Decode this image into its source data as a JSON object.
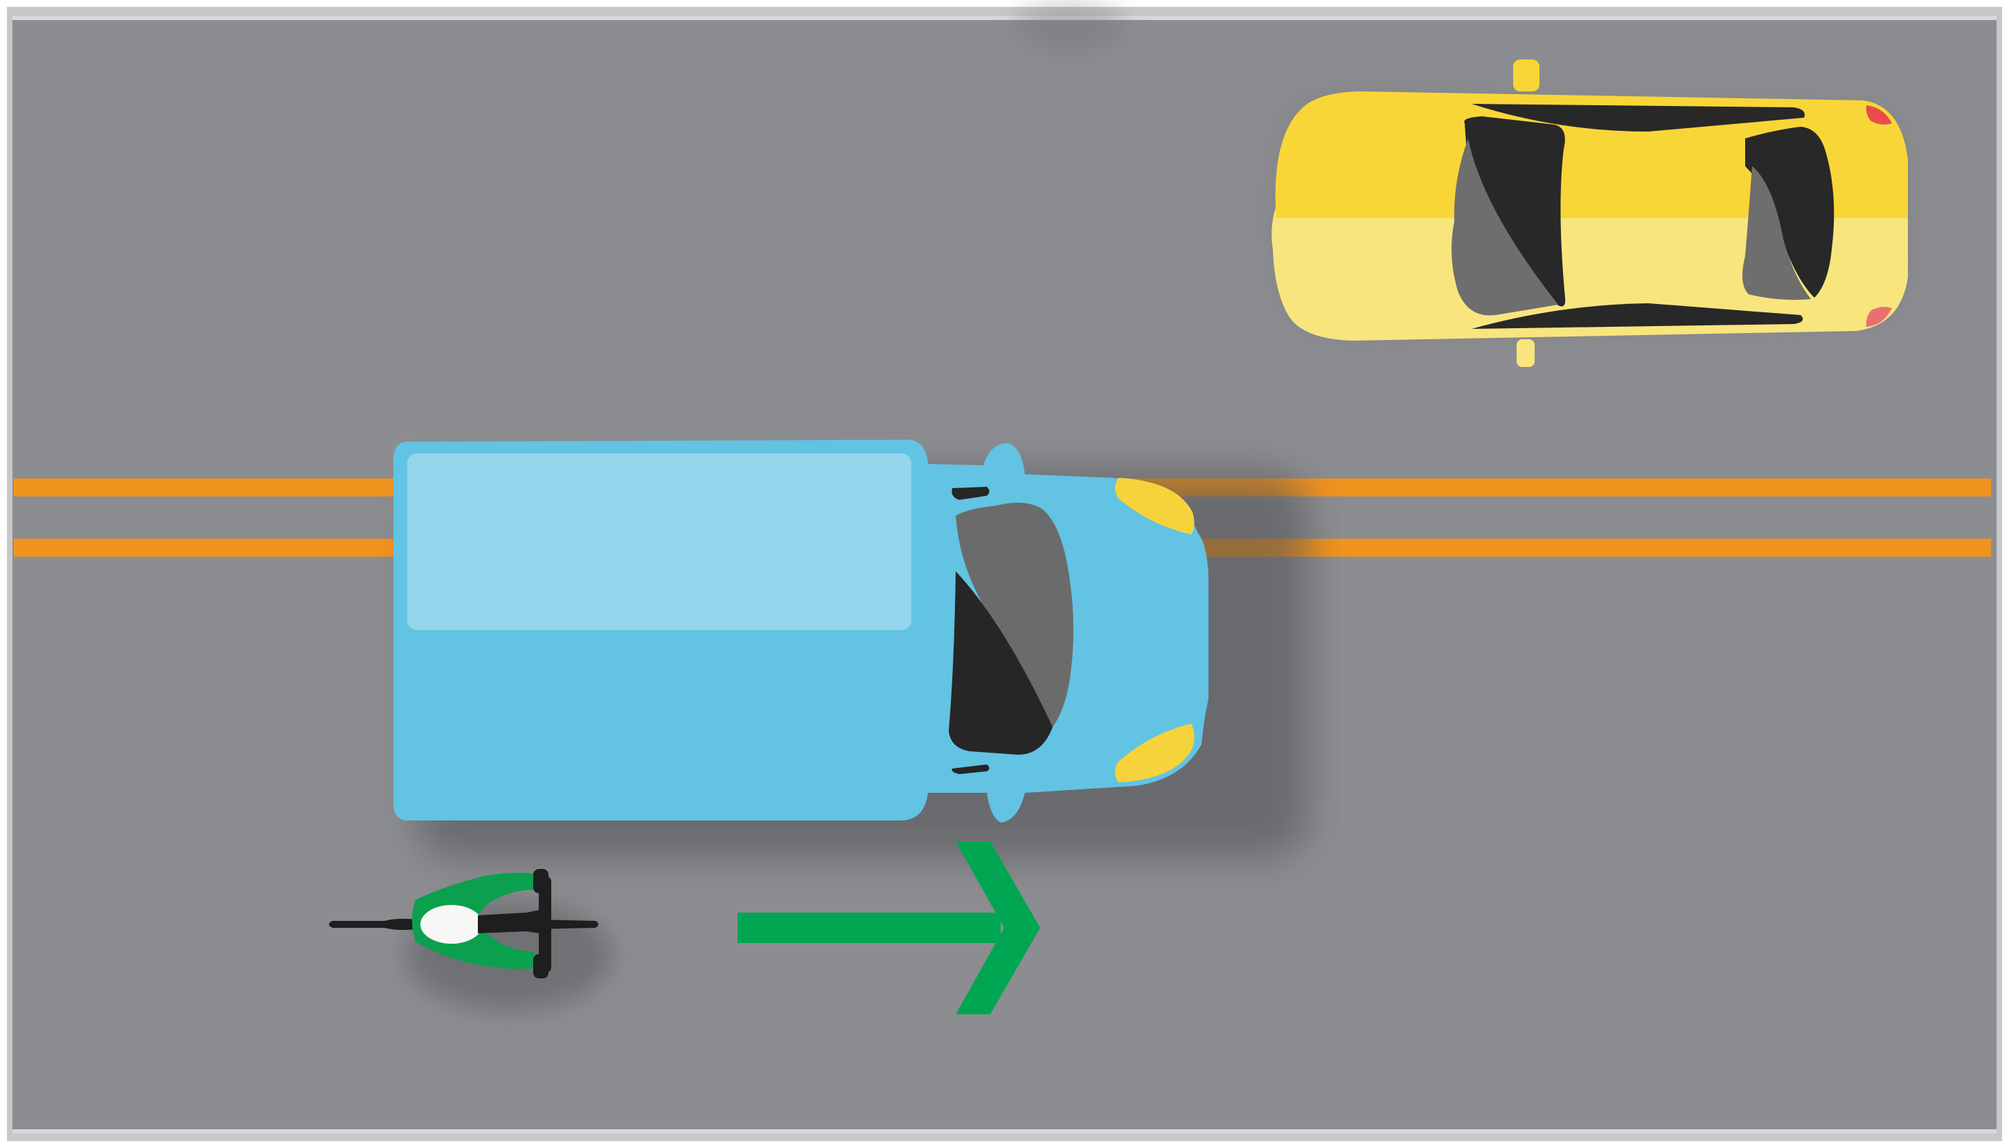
{
  "scene": {
    "description_visible_text": [],
    "colors": {
      "road": "#8c8d91",
      "road_border": "#bfc0c2",
      "center_line": "#f1931f",
      "van_body": "#62c3e3",
      "van_cargo_roof": "#95d5eb",
      "van_glass_light": "#6b6b6b",
      "van_glass_dark": "#262626",
      "headlight": "#f6d33a",
      "taxi_upper": "#f9d638",
      "taxi_lower": "#f9e57e",
      "taxi_glass_dark": "#282828",
      "taxi_glass_light": "#6e6e6e",
      "taillight": "#ea4c4c",
      "cyclist_jersey": "#0aa04d",
      "cyclist_helmet": "#f8f7f6",
      "bike": "#1e1e1e",
      "direction_arrow": "#00a651"
    },
    "objects": {
      "van": "delivery-van",
      "taxi": "taxi-car",
      "cyclist": "cyclist",
      "arrow": "direction-arrow-right"
    }
  }
}
